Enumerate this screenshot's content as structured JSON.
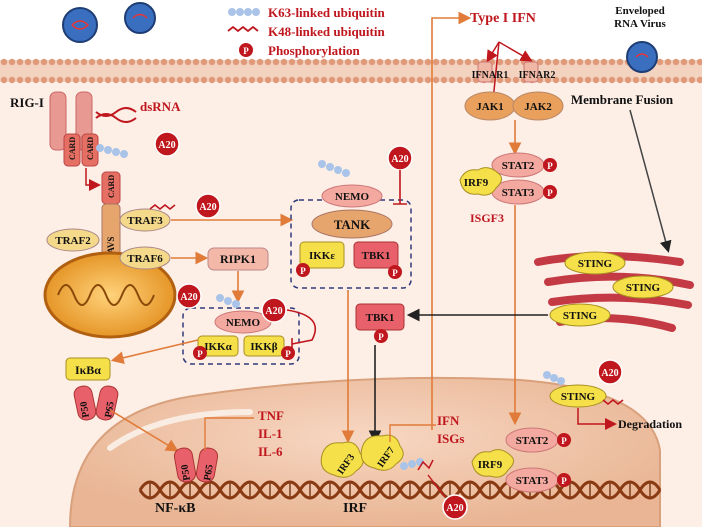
{
  "legend": {
    "k63": "K63-linked ubiquitin",
    "k48": "K48-linked ubiquitin",
    "phos_symbol": "P",
    "phos": "Phosphorylation"
  },
  "labels": {
    "rig_i": "RIG-I",
    "dsrna": "dsRNA",
    "card": "CARD",
    "mavs": "MAVS",
    "traf3": "TRAF3",
    "traf2": "TRAF2",
    "traf6": "TRAF6",
    "ripk1": "RIPK1",
    "nemo": "NEMO",
    "tank": "TANK",
    "ikke": "IKKε",
    "tbk1": "TBK1",
    "ikka": "IKKα",
    "ikkb": "IKKβ",
    "ikba": "IκBα",
    "p50": "P50",
    "p65": "P65",
    "tnf": "TNF",
    "il1": "IL-1",
    "il6": "IL-6",
    "nfkb": "NF-κB",
    "irf": "IRF",
    "irf3": "IRF3",
    "irf7": "IRF7",
    "ifn": "IFN",
    "isgs": "ISGs",
    "type1_ifn": "Type I IFN",
    "ifnar1": "IFNAR1",
    "ifnar2": "IFNAR2",
    "jak1": "JAK1",
    "jak2": "JAK2",
    "stat2": "STAT2",
    "stat3": "STAT3",
    "irf9": "IRF9",
    "isgf3": "ISGF3",
    "enveloped_line1": "Enveloped",
    "enveloped_line2": "RNA Virus",
    "membrane_fusion": "Membrane  Fusion",
    "sting": "STING",
    "degradation": "Degradation",
    "a20": "A20"
  },
  "colors": {
    "membrane": "#e8a888",
    "cytoplasm": "#fdeee6",
    "nucleus": "#f2c5a8",
    "red": "#c0161d",
    "orange_arrow": "#e07b39",
    "protein_yellow": "#f5e04a",
    "protein_pink": "#f4a9a0",
    "protein_orange": "#e8a05c",
    "complex_border": "#2e3a7a",
    "ubiquitin": "#a9c4e8",
    "er": "#c43a44"
  }
}
